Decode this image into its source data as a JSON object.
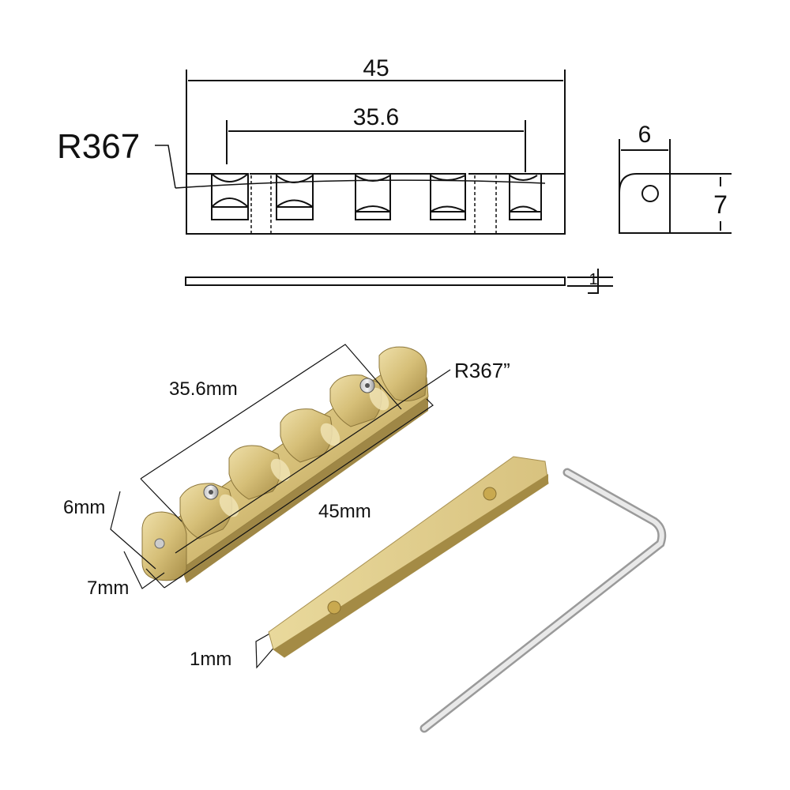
{
  "technical_drawing": {
    "front_view": {
      "overall_length_label": "45",
      "string_spacing_label": "35.6",
      "radius_label": "R367"
    },
    "side_view": {
      "width_label": "6",
      "height_label": "7"
    },
    "shim_view": {
      "thickness_label": "1"
    }
  },
  "photo_annotations": {
    "string_spacing": "35.6mm",
    "radius": "R367”",
    "width": "6mm",
    "height": "7mm",
    "length": "45mm",
    "shim_thickness": "1mm"
  },
  "colors": {
    "line": "#111111",
    "brass_light": "#e6d49a",
    "brass_mid": "#cdb46a",
    "brass_dark": "#9c8440",
    "steel_light": "#e8e8e8",
    "steel_dark": "#9a9a9a"
  }
}
